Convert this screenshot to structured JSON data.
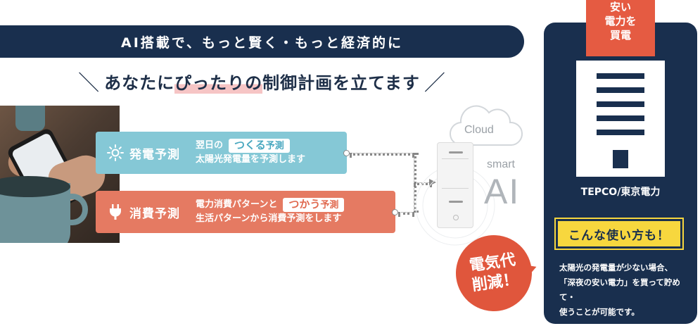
{
  "banner": {
    "text": "AI搭載で、もっと賢く・もっと経済的に"
  },
  "subtitle": {
    "slash_left": "＼",
    "pre": "あなたに",
    "highlight": "ぴったりの",
    "post": "制御計画を立てます",
    "slash_right": "／"
  },
  "forecast": {
    "generation": {
      "icon": "sun-icon",
      "title": "発電予測",
      "line1": "翌日の",
      "pill_big": "つくる",
      "pill_small": "予測",
      "line2": "太陽光発電量を予測します"
    },
    "consumption": {
      "icon": "plug-icon",
      "title": "消費予測",
      "line1": "電力消費パターンと",
      "pill_big": "つかう",
      "pill_small": "予測",
      "line2": "生活パターンから消費予測をします"
    }
  },
  "ai": {
    "cloud_label": "Cloud",
    "smart_label": "smart",
    "ai_label": "AI"
  },
  "badge": {
    "line1": "電気代",
    "line2": "削減！"
  },
  "utility": {
    "ribbon": [
      "安い",
      "電力を",
      "買電"
    ],
    "company": "TEPCO/東京電力",
    "callout": "こんな使い方も！",
    "note": [
      "太陽光の発電量が少ない場合、",
      "「深夜の安い電力」を買って貯めて・",
      "使うことが可能です。"
    ]
  },
  "colors": {
    "navy": "#192f4e",
    "blue": "#85c8d6",
    "red": "#e57a62",
    "accent_red": "#e0563c",
    "yellow": "#f7d73e"
  }
}
